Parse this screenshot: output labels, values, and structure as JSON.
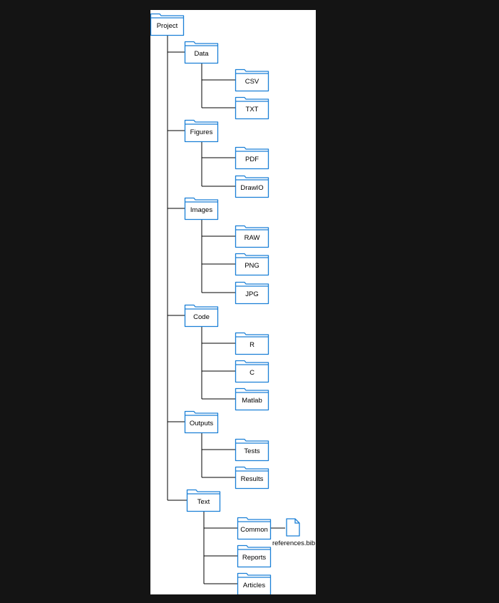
{
  "tree": {
    "label": "Project",
    "children": [
      {
        "label": "Data",
        "children": [
          {
            "label": "CSV"
          },
          {
            "label": "TXT"
          }
        ]
      },
      {
        "label": "Figures",
        "children": [
          {
            "label": "PDF"
          },
          {
            "label": "DrawIO"
          }
        ]
      },
      {
        "label": "Images",
        "children": [
          {
            "label": "RAW"
          },
          {
            "label": "PNG"
          },
          {
            "label": "JPG"
          }
        ]
      },
      {
        "label": "Code",
        "children": [
          {
            "label": "R"
          },
          {
            "label": "C"
          },
          {
            "label": "Matlab"
          }
        ]
      },
      {
        "label": "Outputs",
        "children": [
          {
            "label": "Tests"
          },
          {
            "label": "Results"
          }
        ]
      },
      {
        "label": "Text",
        "children": [
          {
            "label": "Common",
            "file": "references.bib"
          },
          {
            "label": "Reports"
          },
          {
            "label": "Articles"
          }
        ]
      }
    ]
  },
  "colors": {
    "folder_stroke": "#1a7fd6",
    "folder_fill": "#ffffff",
    "connector": "#000000",
    "text": "#000000",
    "page_background": "#141414",
    "canvas_background": "#ffffff"
  },
  "icons": {
    "folder": "folder-icon",
    "file": "file-icon"
  }
}
